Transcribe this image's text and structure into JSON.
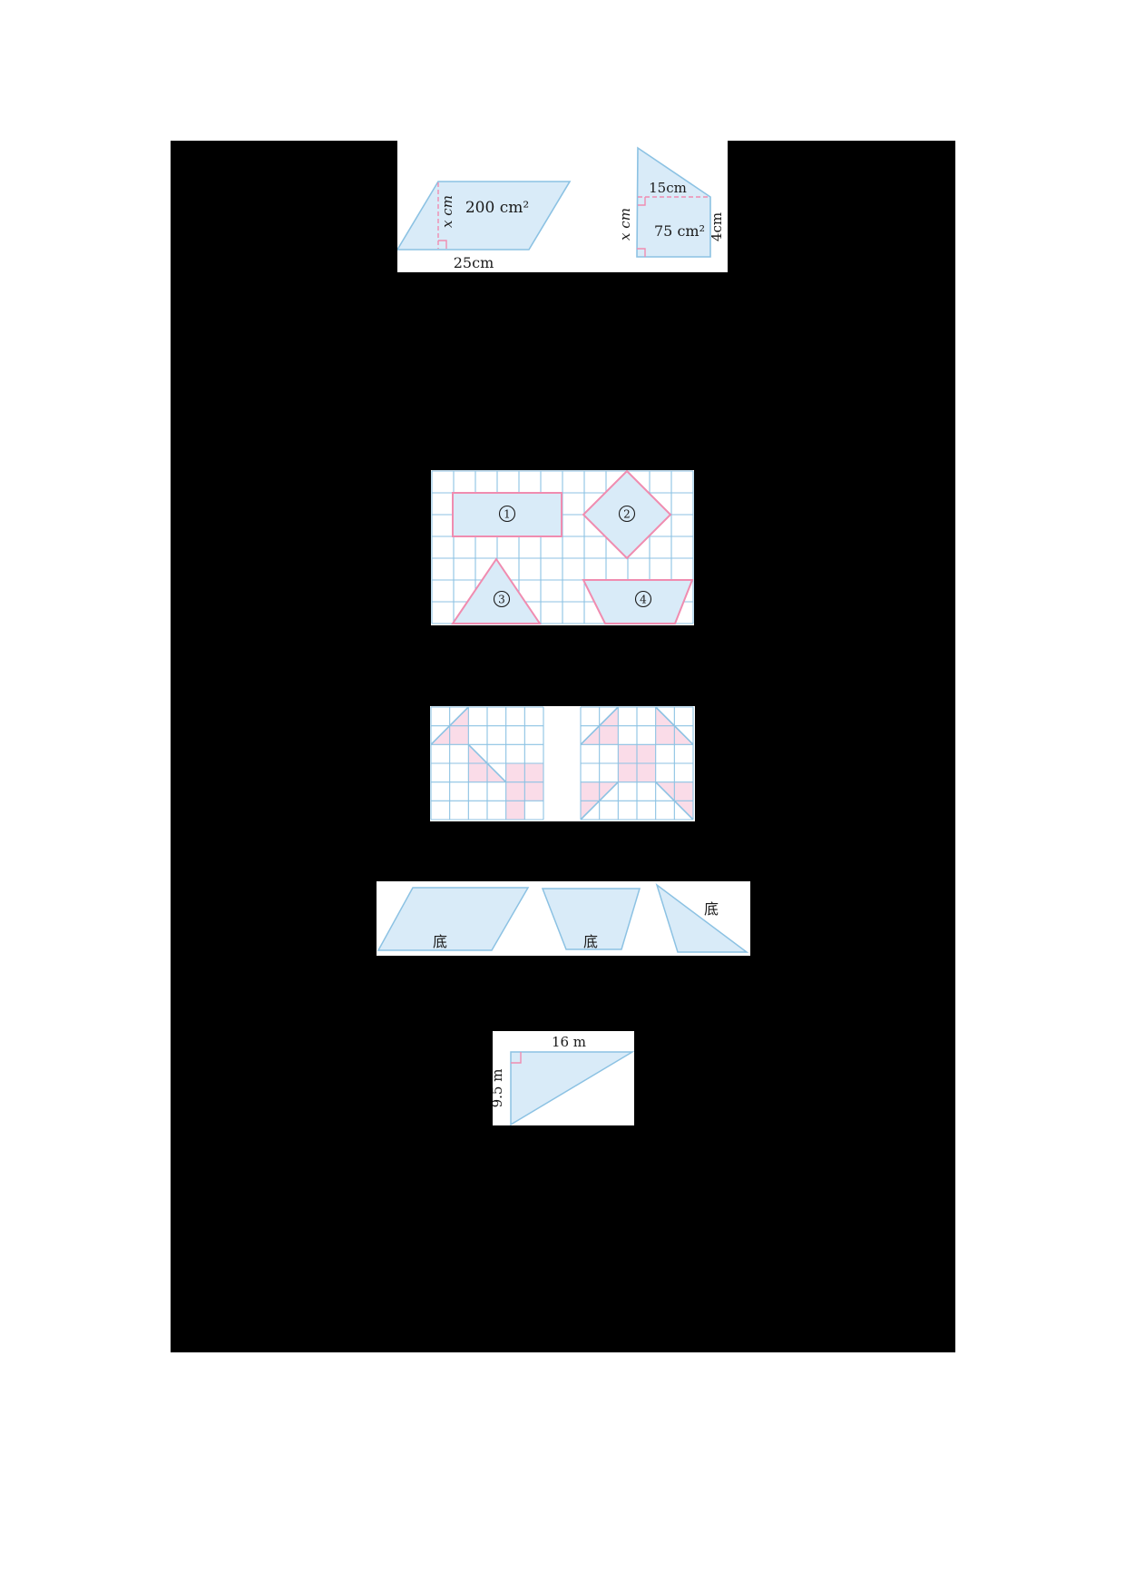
{
  "colors": {
    "background": "#000000",
    "panel_bg": "#ffffff",
    "shape_fill": "#d9ebf8",
    "shape_stroke": "#8cc2e3",
    "grid_line": "#8cc2e3",
    "pink_stroke": "#f08cb0",
    "pink_fill": "#fadce8"
  },
  "figure1": {
    "parallelogram": {
      "area_label": "200 cm²",
      "height_label": "x cm",
      "base_label": "25cm"
    },
    "trapezoid": {
      "top_label": "15cm",
      "height_label": "x cm",
      "area_label": "75 cm²",
      "right_label": "4cm"
    }
  },
  "figure2": {
    "shape_numbers": [
      "1",
      "2",
      "3",
      "4"
    ]
  },
  "figure4": {
    "base_labels": [
      "底",
      "底",
      "底"
    ]
  },
  "figure5": {
    "base_label": "16 m",
    "height_label": "9.5 m"
  }
}
